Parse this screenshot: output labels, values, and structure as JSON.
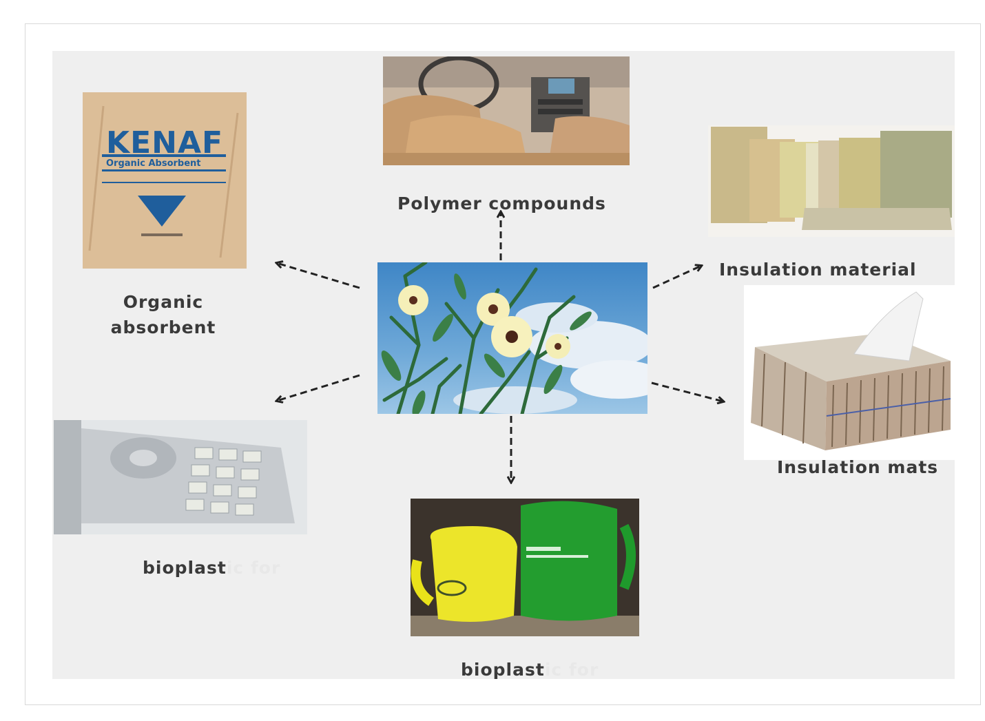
{
  "center": {
    "label": ""
  },
  "nodes": {
    "polymer": {
      "label": "Polymer compounds"
    },
    "organic": {
      "label": "Organic absorbent"
    },
    "insulation_material": {
      "label": "Insulation material"
    },
    "insulation_mats": {
      "label": "Insulation mats"
    },
    "bioplast_left": {
      "label": "bioplast",
      "faded": "ic for"
    },
    "bioplast_bottom": {
      "label": "bioplast",
      "faded": "ic for"
    }
  },
  "kenaf_bag": {
    "brand": "KENAF",
    "subtitle": "Organic Absorbent"
  },
  "colors": {
    "panel": "#efefef",
    "label_text": "#3a3a3a",
    "arrow": "#222222",
    "kenaf_blue": "#1f5e9c"
  }
}
